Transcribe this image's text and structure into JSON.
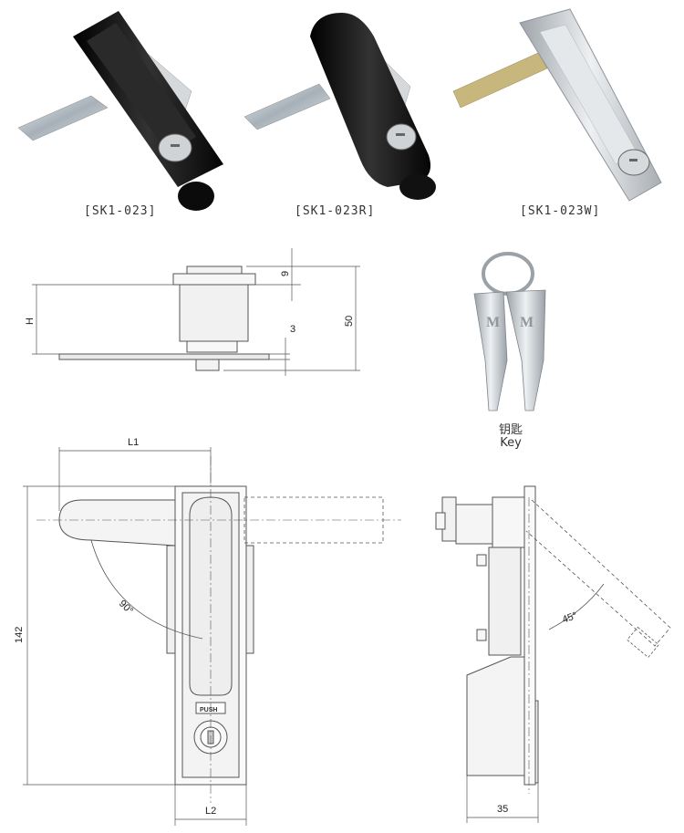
{
  "products": [
    {
      "code": "[SK1-023]",
      "finish": "black"
    },
    {
      "code": "[SK1-023R]",
      "finish": "black-rounded"
    },
    {
      "code": "[SK1-023W]",
      "finish": "silver"
    }
  ],
  "key": {
    "label_cn": "钥匙",
    "label_en": "Key",
    "head_mark": "M"
  },
  "side_dims": {
    "top": "9",
    "height": "H",
    "plate": "3",
    "total": "50"
  },
  "front_dims": {
    "l1": "L1",
    "l2": "L2",
    "height": "142",
    "angle": "90°",
    "push": "PUSH"
  },
  "profile_dims": {
    "depth": "35",
    "angle": "45°"
  },
  "colors": {
    "black": "#151515",
    "silver": "#c9cdd2",
    "steel": "#b9c3cc",
    "line": "#555555"
  }
}
